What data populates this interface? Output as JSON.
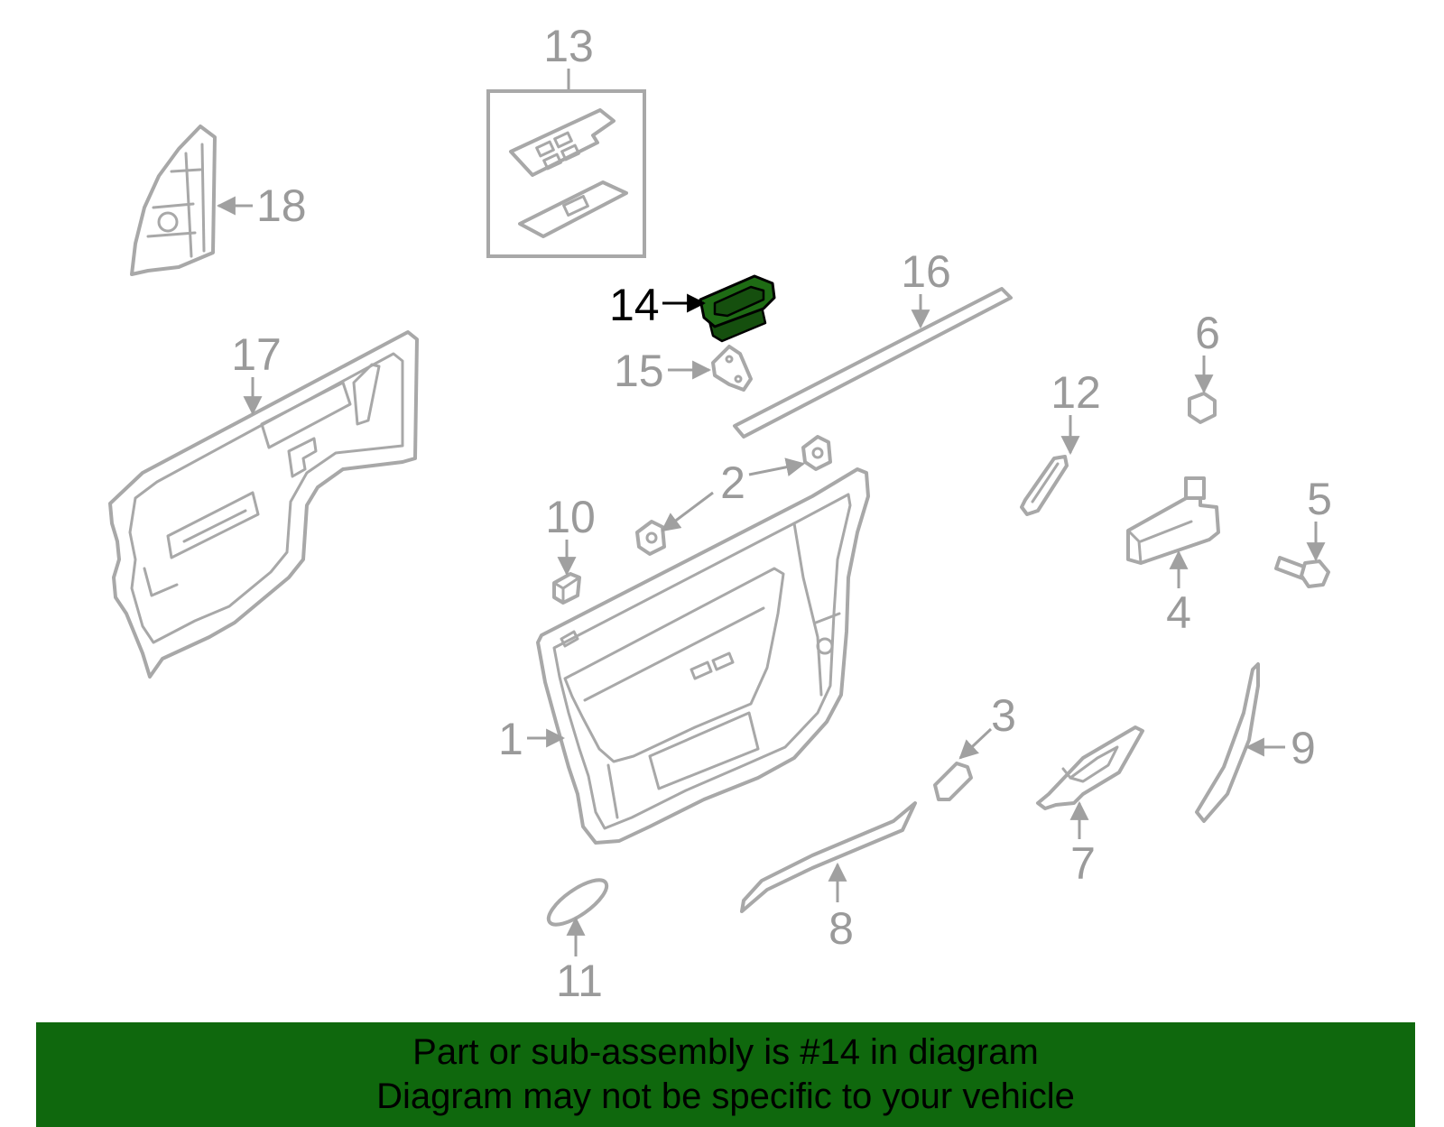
{
  "callouts": {
    "c1": "1",
    "c2": "2",
    "c3": "3",
    "c4": "4",
    "c5": "5",
    "c6": "6",
    "c7": "7",
    "c8": "8",
    "c9": "9",
    "c10": "10",
    "c11": "11",
    "c12": "12",
    "c13": "13",
    "c14": "14",
    "c15": "15",
    "c16": "16",
    "c17": "17",
    "c18": "18"
  },
  "highlighted_part": "14",
  "colors": {
    "highlight_fill": "#1e6b14",
    "banner_background": "#0f680d",
    "part_outline": "#a8a8a8"
  },
  "banner": {
    "line1": "Part or sub-assembly is #14 in diagram",
    "line2": "Diagram may not be specific to your vehicle"
  }
}
